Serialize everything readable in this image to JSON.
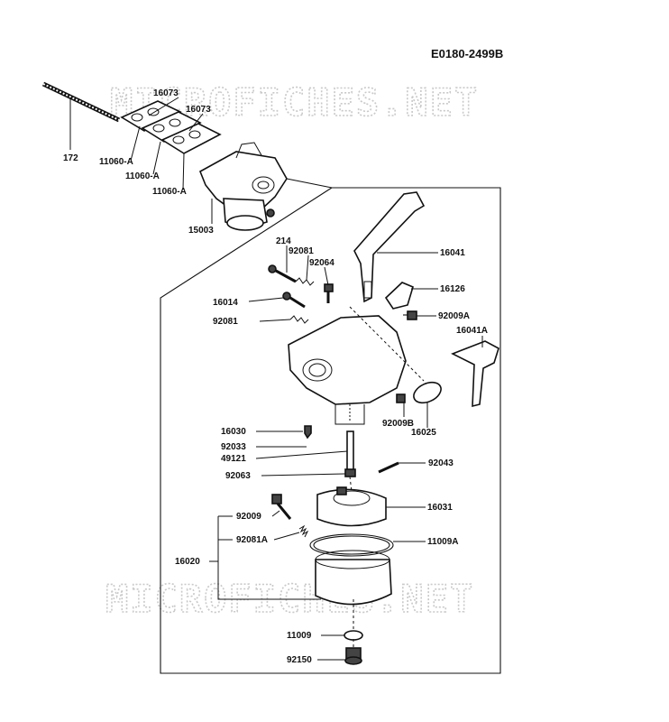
{
  "reference_code": "E0180-2499B",
  "watermark": [
    "MICROFICHES.NET",
    "MICROFICHES.NET"
  ],
  "labels": {
    "p16073_a": "16073",
    "p16073_b": "16073",
    "p172": "172",
    "p11060a_1": "11060-A",
    "p11060a_2": "11060-A",
    "p11060a_3": "11060-A",
    "p15003": "15003",
    "p214": "214",
    "p92081_top": "92081",
    "p92064": "92064",
    "p16041": "16041",
    "p16126": "16126",
    "p16014": "16014",
    "p92009a": "92009A",
    "p92081_mid": "92081",
    "p16041a": "16041A",
    "p92009b": "92009B",
    "p16025": "16025",
    "p16030": "16030",
    "p92033": "92033",
    "p49121": "49121",
    "p92043": "92043",
    "p92063": "92063",
    "p16031": "16031",
    "p92009": "92009",
    "p92081a": "92081A",
    "p11009a": "11009A",
    "p16020": "16020",
    "p11009": "11009",
    "p92150": "92150"
  }
}
